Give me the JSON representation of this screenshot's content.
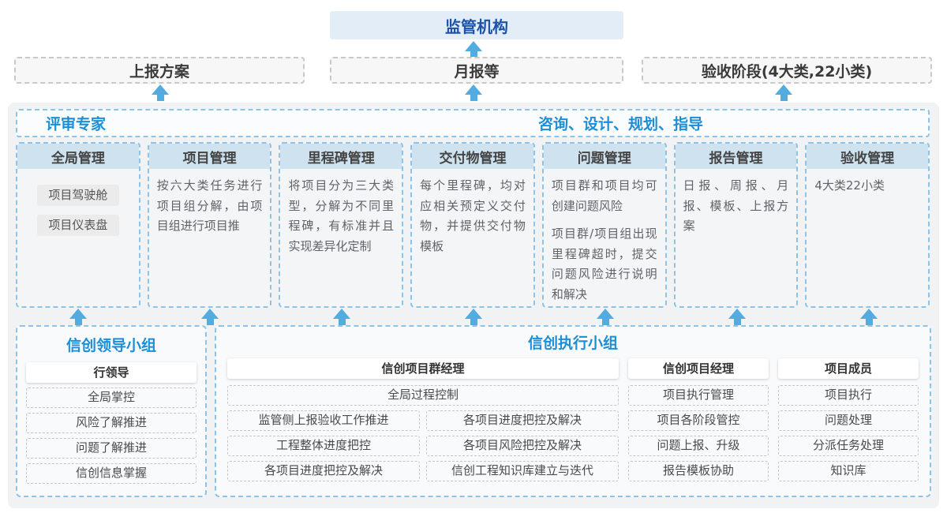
{
  "colors": {
    "accent_blue": "#1b8ed8",
    "navy_blue": "#1b54a8",
    "arrow_blue": "#53ace0",
    "band_blue": "#cfe2f0",
    "dashed_blue": "#8cc3e6",
    "container_gray": "#f0f2f4"
  },
  "top": {
    "regulator": "监管机构",
    "report_plan": "上报方案",
    "monthly_report": "月报等",
    "acceptance_stage": "验收阶段(4大类,22小类)"
  },
  "main": {
    "left_header": "评审专家",
    "right_header": "咨询、设计、规划、指导",
    "columns": [
      {
        "title": "全局管理",
        "items": [
          "项目驾驶舱",
          "项目仪表盘"
        ]
      },
      {
        "title": "项目管理",
        "text": "按六大类任务进行项目组分解，由项目组进行项目推"
      },
      {
        "title": "里程碑管理",
        "text": "将项目分为三大类型，分解为不同里程碑，有标准并且实现差异化定制"
      },
      {
        "title": "交付物管理",
        "text": "每个里程碑，均对应相关预定义交付物，并提供交付物模板"
      },
      {
        "title": "问题管理",
        "texts": [
          "项目群和项目均可创建问题风险",
          "项目群/项目组出现里程碑超时，提交问题风险进行说明和解决"
        ]
      },
      {
        "title": "报告管理",
        "text": "日报、周报、月报、模板、上报方案"
      },
      {
        "title": "验收管理",
        "text": "4大类22小类"
      }
    ]
  },
  "bottom": {
    "lead_group": {
      "title": "信创领导小组",
      "role": "行领导",
      "items": [
        "全局掌控",
        "风险了解推进",
        "问题了解推进",
        "信创信息掌握"
      ]
    },
    "exec_group": {
      "title": "信创执行小组",
      "program_manager": {
        "role": "信创项目群经理",
        "full_item": "全局过程控制",
        "left_items": [
          "监管侧上报验收工作推进",
          "工程整体进度把控",
          "各项目进度把控及解决"
        ],
        "right_items": [
          "各项目进度把控及解决",
          "各项目风险把控及解决",
          "信创工程知识库建立与迭代"
        ]
      },
      "project_manager": {
        "role": "信创项目经理",
        "items": [
          "项目执行管理",
          "项目各阶段管控",
          "问题上报、升级",
          "报告模板协助"
        ]
      },
      "member": {
        "role": "项目成员",
        "items": [
          "项目执行",
          "问题处理",
          "分派任务处理",
          "知识库"
        ]
      }
    }
  }
}
